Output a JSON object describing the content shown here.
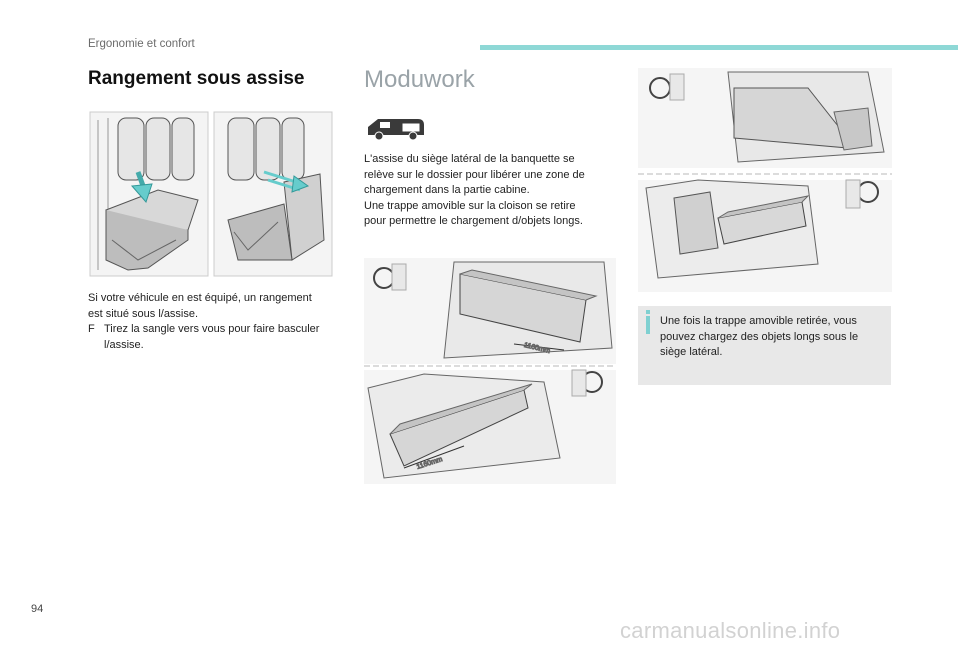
{
  "header": {
    "title": "Ergonomie et confort",
    "accent_color": "#8ed8d6"
  },
  "left": {
    "heading": "Rangement sous assise",
    "paragraph_line1": "Si votre véhicule en est équipé, un rangement",
    "paragraph_line2": "est situé sous l/assise.",
    "bullet_mark": "F",
    "bullet_text": "Tirez la sangle vers vous pour faire basculer l/assise."
  },
  "middle": {
    "heading": "Moduwork",
    "paragraph_lines": [
      "L'assise du siège latéral de la banquette se",
      "relève sur le dossier pour libérer une zone de",
      "chargement dans la partie cabine.",
      "Une trappe amovible sur la cloison se retire",
      "pour permettre le chargement d/objets longs."
    ],
    "dimension_label_1": "1160mm",
    "dimension_label_2": "1160mm"
  },
  "right": {
    "info_text": "Une fois la trappe amovible retirée, vous pouvez chargez des objets longs sous le siège latéral."
  },
  "footer": {
    "page_number": "94",
    "watermark": "carmanualsonline.info"
  }
}
